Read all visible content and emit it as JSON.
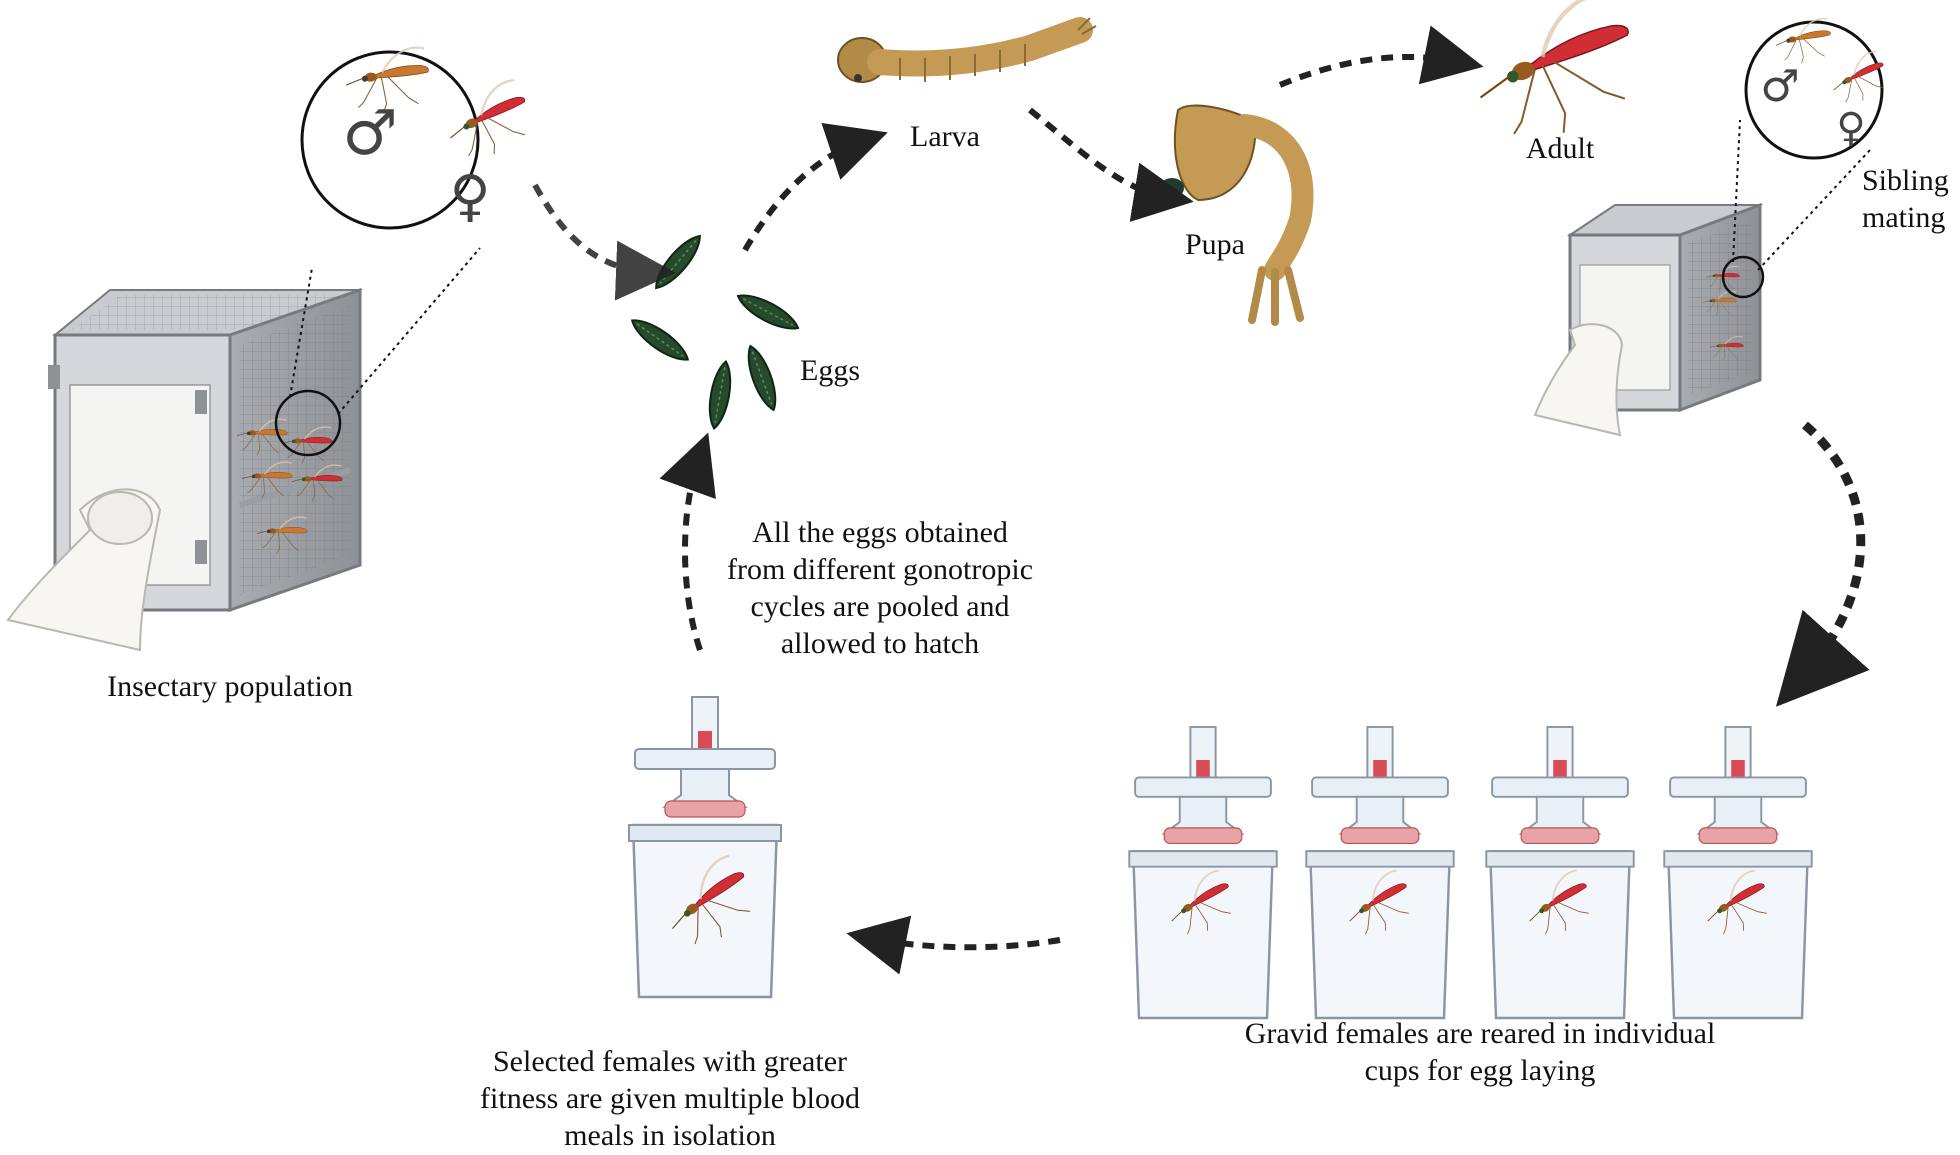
{
  "labels": {
    "larva": "Larva",
    "pupa": "Pupa",
    "adult": "Adult",
    "eggs": "Eggs",
    "insectary_population": "Insectary population",
    "sibling_mating_line1": "Sibling",
    "sibling_mating_line2": "mating",
    "pooled_line1": "All the eggs obtained",
    "pooled_line2": "from different gonotropic",
    "pooled_line3": "cycles  are pooled and",
    "pooled_line4": "allowed to hatch",
    "gravid_line1": "Gravid females are reared in individual",
    "gravid_line2": "cups  for egg laying",
    "selected_line1": "Selected females with greater",
    "selected_line2": "fitness are given multiple blood",
    "selected_line3": "meals in isolation"
  },
  "symbols": {
    "male": "♂",
    "female": "♀"
  },
  "colors": {
    "cage_frame": "#8e9196",
    "cage_panel": "#d5d7da",
    "mosquito_body": "#c9792e",
    "blood_red": "#d12d35",
    "egg_green": "#254a2c",
    "larva_tan": "#c49a55",
    "arrow": "#222222"
  }
}
